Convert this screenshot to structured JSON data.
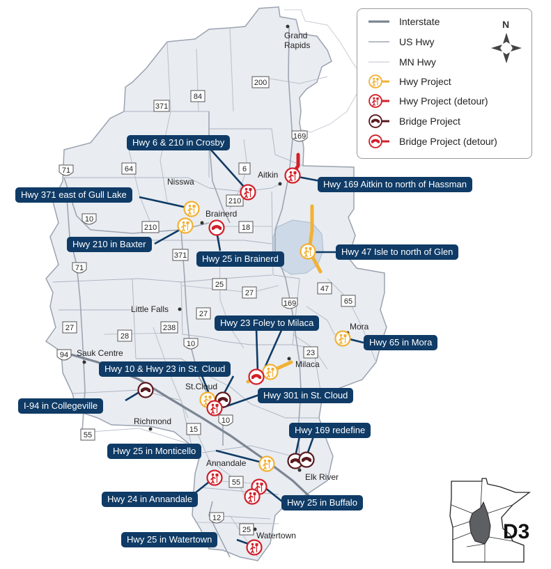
{
  "legend": {
    "interstate": "Interstate",
    "us_hwy": "US Hwy",
    "mn_hwy": "MN Hwy",
    "hwy_project": "Hwy Project",
    "hwy_project_detour": "Hwy Project (detour)",
    "bridge_project": "Bridge Project",
    "bridge_project_detour": "Bridge Project (detour)",
    "north": "N"
  },
  "colors": {
    "district_fill": "#e9ecf1",
    "lake": "#cdd9e6",
    "hwy_project": "#f2b134",
    "detour": "#d1202a",
    "bridge": "#5b1a1f",
    "callout_bg": "#0f3b66"
  },
  "cities": {
    "grand_rapids_1": "Grand",
    "grand_rapids_2": "Rapids",
    "nisswa": "Nisswa",
    "aitkin": "Aitkin",
    "brainerd": "Brainerd",
    "little_falls": "Little Falls",
    "mora": "Mora",
    "sauk_centre": "Sauk Centre",
    "milaca": "Milaca",
    "st_cloud": "St.Cloud",
    "richmond": "Richmond",
    "annandale": "Annandale",
    "elk_river": "Elk River",
    "watertown": "Watertown"
  },
  "shields": {
    "s200": "200",
    "s84": "84",
    "s371a": "371",
    "s169a": "169",
    "s71a": "71",
    "s64": "64",
    "s6": "6",
    "s10a": "10",
    "s210a": "210",
    "s210b": "210",
    "s18": "18",
    "s371b": "371",
    "s71b": "71",
    "s25a": "25",
    "s27a": "27",
    "s169b": "169",
    "s47": "47",
    "s65": "65",
    "s27b": "27",
    "s27c": "27",
    "s28": "28",
    "s238": "238",
    "s10b": "10",
    "s23": "23",
    "s94": "94",
    "s15": "15",
    "s10c": "10",
    "s55a": "55",
    "s55b": "55",
    "s12": "12",
    "s25b": "25"
  },
  "callouts": {
    "crosby": "Hwy 6 & 210 in Crosby",
    "gull_lake": "Hwy 371 east of Gull Lake",
    "aitkin": "Hwy 169 Aitkin to north of Hassman",
    "baxter": "Hwy 210 in Baxter",
    "brainerd": "Hwy 25 in Brainerd",
    "isle": "Hwy 47 Isle to north of Glen",
    "foley": "Hwy 23 Foley to Milaca",
    "mora": "Hwy 65 in Mora",
    "st_cloud_10_23": "Hwy 10 & Hwy 23 in St. Cloud",
    "collegeville": "I-94 in Collegeville",
    "st_cloud_301": "Hwy 301 in St. Cloud",
    "redefine": "Hwy 169 redefine",
    "monticello": "Hwy 25 in Monticello",
    "annandale": "Hwy 24 in Annandale",
    "buffalo": "Hwy 25 in Buffalo",
    "watertown": "Hwy 25 in Watertown"
  },
  "inset": {
    "label": "D3"
  }
}
